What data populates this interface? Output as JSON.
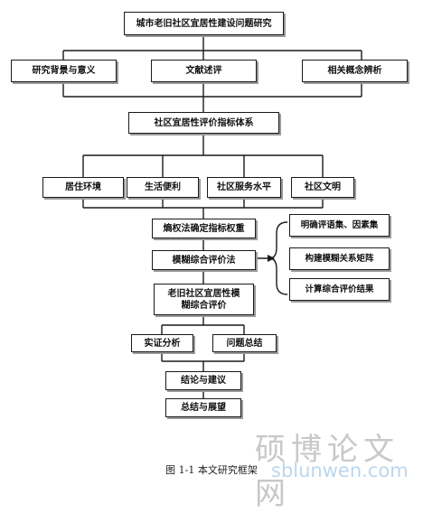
{
  "title": "城市老旧社区宜居性建设问题研究",
  "row1": [
    "研究背景与意义",
    "文献述评",
    "相关概念辨析"
  ],
  "system": "社区宜居性评价指标体系",
  "dims": [
    "居住环境",
    "生活便利",
    "社区服务水平",
    "社区文明"
  ],
  "methods": [
    "熵权法确定指标权重",
    "模糊综合评价法",
    "老旧社区宜居性模\n糊综合评价"
  ],
  "steps": [
    "明确评语集、因素集",
    "构建模糊关系矩阵",
    "计算综合评价结果"
  ],
  "analysis": [
    "实证分析",
    "问题总结"
  ],
  "conclusion": "结论与建议",
  "outlook": "总结与展望",
  "caption": "图 1-1 本文研究框架",
  "watermark": "硕博论文网",
  "watermark_url": "sblunwen.com"
}
